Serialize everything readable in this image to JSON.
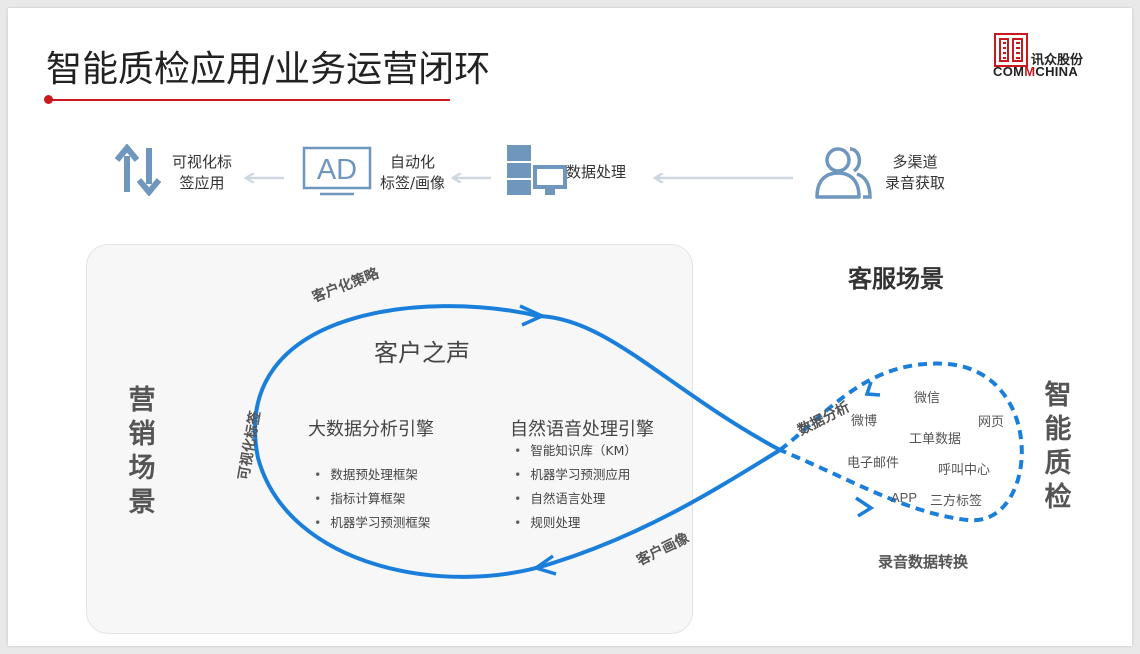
{
  "title": "智能质检应用/业务运营闭环",
  "logo": {
    "cn": "讯众股份",
    "en_a": "COM",
    "en_m": "M",
    "en_b": "CHINA"
  },
  "flow": {
    "steps": [
      {
        "label_l1": "可视化标",
        "label_l2": "签应用",
        "icon": "up-down-arrows-icon"
      },
      {
        "label_l1": "自动化",
        "label_l2": "标签/画像",
        "icon": "ad-monitor-icon",
        "icon_text": "AD"
      },
      {
        "label": "数据处理",
        "icon": "server-computer-icon"
      },
      {
        "label_l1": "多渠道",
        "label_l2": "录音获取",
        "icon": "users-icon"
      }
    ],
    "colors": {
      "icon": "#6f96bd",
      "arrow": "#cfd8e2"
    }
  },
  "marketing": {
    "label": "营销场景"
  },
  "service": {
    "title": "客服场景",
    "vertical_label": "智能质检"
  },
  "voc": {
    "title": "客户之声"
  },
  "loop_labels": {
    "customer_strategy": "客户化策略",
    "visual_tags": "可视化标签",
    "customer_portrait": "客户画像",
    "data_analysis": "数据分析",
    "recording_conversion": "录音数据转换"
  },
  "engines": [
    {
      "title": "大数据分析引擎",
      "items": [
        "数据预处理框架",
        "指标计算框架",
        "机器学习预测框架"
      ]
    },
    {
      "title": "自然语音处理引擎",
      "items": [
        "智能知识库（KM）",
        "机器学习预测应用",
        "自然语言处理",
        "规则处理"
      ]
    }
  ],
  "channels": {
    "weixin": "微信",
    "weibo": "微博",
    "web": "网页",
    "ticket": "工单数据",
    "email": "电子邮件",
    "callcenter": "呼叫中心",
    "app": "APP",
    "third_party": "三方标签"
  },
  "colors": {
    "loop": "#1a7fdb",
    "brand_red": "#c9191e"
  }
}
